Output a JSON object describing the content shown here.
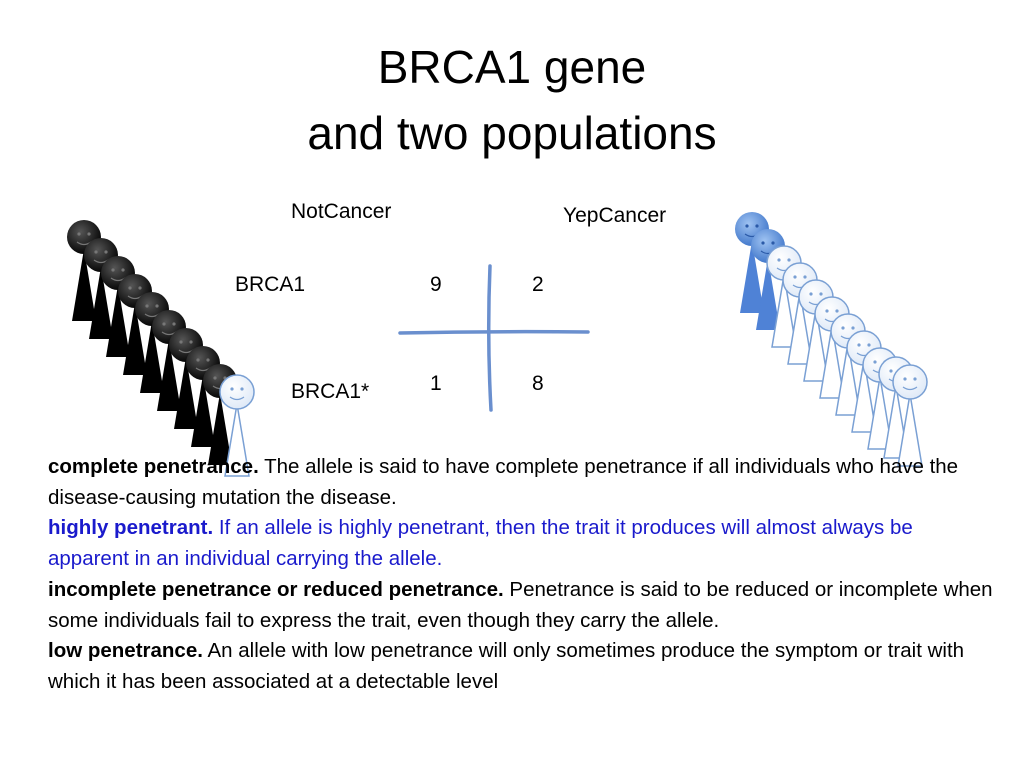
{
  "slide": {
    "title_line1": "BRCA1 gene",
    "title_line2": "and two populations"
  },
  "table": {
    "col_headers": [
      "NotCancer",
      "YepCancer"
    ],
    "row_headers": [
      "BRCA1",
      "BRCA1*"
    ],
    "cells": [
      [
        "9",
        "2"
      ],
      [
        "1",
        "8"
      ]
    ]
  },
  "populations": {
    "left": {
      "figures": 10,
      "black": 9,
      "white": 1
    },
    "right": {
      "figures": 11,
      "blue": 2,
      "white": 9
    }
  },
  "colors": {
    "black_figure": "#000000",
    "blue_figure": "#5b8fdc",
    "white_figure_stroke": "#7aa0d4",
    "cross_line": "#6a8fce",
    "highlight_text": "#1a1acc"
  },
  "definitions": [
    {
      "term": "complete penetrance.",
      "text": " The allele is said to have complete penetrance if all individuals who have the disease-causing mutation the disease.",
      "color": "#000000"
    },
    {
      "term": "highly penetrant.",
      "text": " If an allele is highly penetrant, then the trait it produces will almost always be apparent in an individual carrying the allele.",
      "color": "#1a1acc"
    },
    {
      "term": "incomplete penetrance or reduced penetrance.",
      "text": " Penetrance is said to be reduced or incomplete when some individuals fail to express the trait, even though they carry the allele.",
      "color": "#000000"
    },
    {
      "term": "low penetrance.",
      "text": " An allele with low penetrance will only sometimes produce the symptom or trait with which it has been associated at a detectable level",
      "color": "#000000"
    }
  ]
}
